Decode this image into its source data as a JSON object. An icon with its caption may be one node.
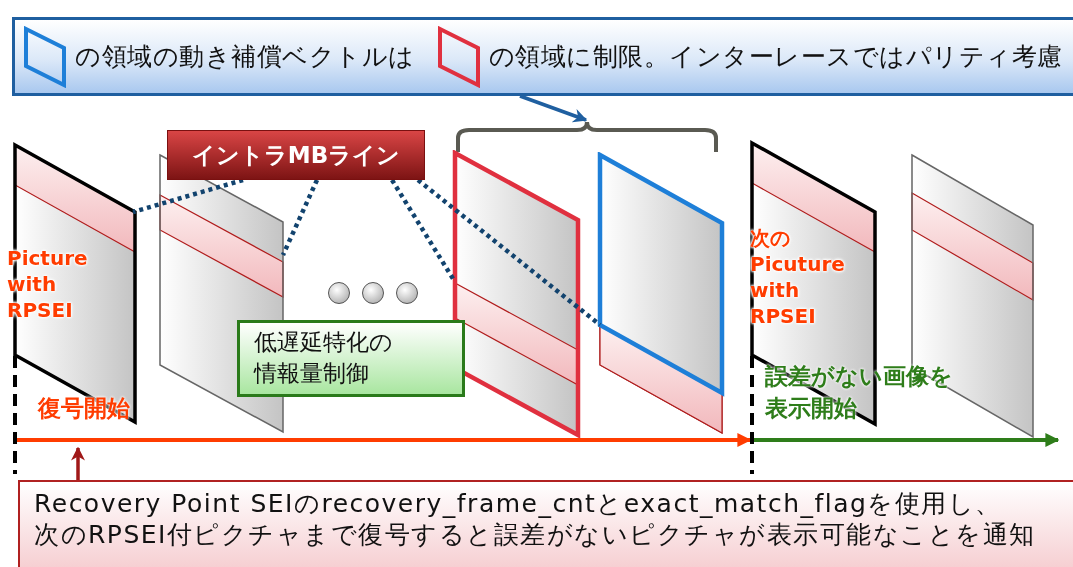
{
  "diagram": {
    "nodes": [
      {
        "text": [
          "の領域の動き補償ベクトルは",
          "の領域に制限。インターレースではパリティ考慮"
        ]
      },
      {
        "text": [],
        "shape": "bracket"
      },
      {
        "text": [
          "イントラMBライン"
        ]
      },
      {
        "text": [
          "Picture with RPSEI"
        ]
      },
      {
        "text": [],
        "shape": "parallelogram"
      },
      {
        "text": [],
        "shape": "parallelogram"
      },
      {
        "text": [],
        "shape": "parallelogram"
      },
      {
        "text": [
          "次の Picuture with RPSEI"
        ]
      },
      {
        "text": [],
        "shape": "parallelogram"
      },
      {
        "text": [
          "低遅延特化の情報量制御"
        ]
      },
      {
        "text": [
          "Recovery Point SEIのrecovery_frame_cntとexact_match_flagを使用し、次のRPSEI付ピクチャまで復号すると誤差がないピクチャが表示可能なことを通知"
        ]
      }
    ],
    "edges": [
      {
        "from": 0,
        "to": 1,
        "arrow": "to",
        "color": "#1f5fa0"
      },
      {
        "from": 2,
        "to": 3,
        "arrow": "none",
        "style": "dashed"
      },
      {
        "from": 2,
        "to": 4,
        "arrow": "none",
        "style": "dashed"
      },
      {
        "from": 2,
        "to": 5,
        "arrow": "none",
        "style": "dashed"
      },
      {
        "from": 2,
        "to": 6,
        "arrow": "none",
        "style": "dashed"
      },
      {
        "from": 10,
        "to": null,
        "arrow": "to",
        "color": "#a01818"
      }
    ],
    "labels": [
      "復号開始",
      "誤差がない画像を表示開始"
    ]
  }
}
